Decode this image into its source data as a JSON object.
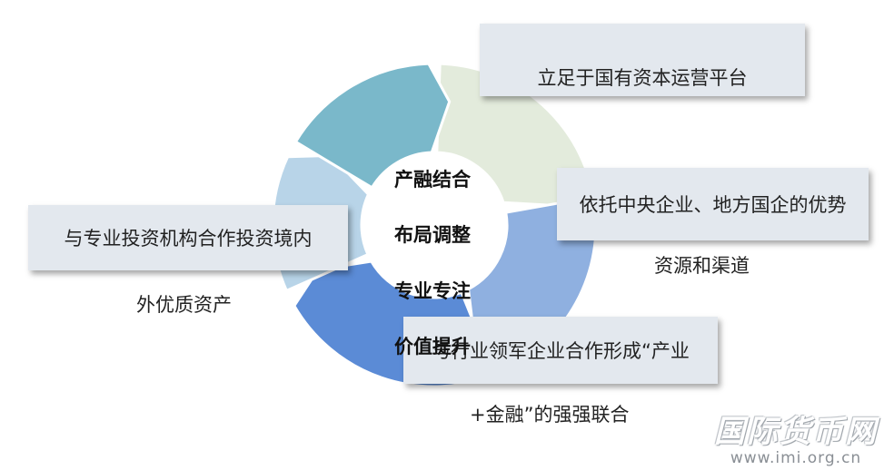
{
  "center": {
    "line1": "产融结合",
    "line2": "布局调整",
    "line3": "专业专注",
    "line4": "价值提升"
  },
  "boxes": {
    "top_right": {
      "text": "立足于国有资本运营平台"
    },
    "right": {
      "text": "依托中央企业、地方国企的优势",
      "cont": "资源和渠道"
    },
    "left": {
      "text": "与专业投资机构合作投资境内",
      "cont": "外优质资产"
    },
    "bottom": {
      "text": "与行业领军企业合作形成“产业",
      "cont": "+金融”的强强联合"
    }
  },
  "watermark": {
    "name": "国际货币网",
    "url": "www.imi.org.cn"
  },
  "colors": {
    "seg_top_right": "#e3ebdc",
    "seg_right": "#8fb0e0",
    "seg_bottom": "#5b8bd6",
    "seg_left": "#b8d4e8",
    "seg_top_left": "#7ab8ca",
    "box_bg": "#e3e8ee"
  }
}
